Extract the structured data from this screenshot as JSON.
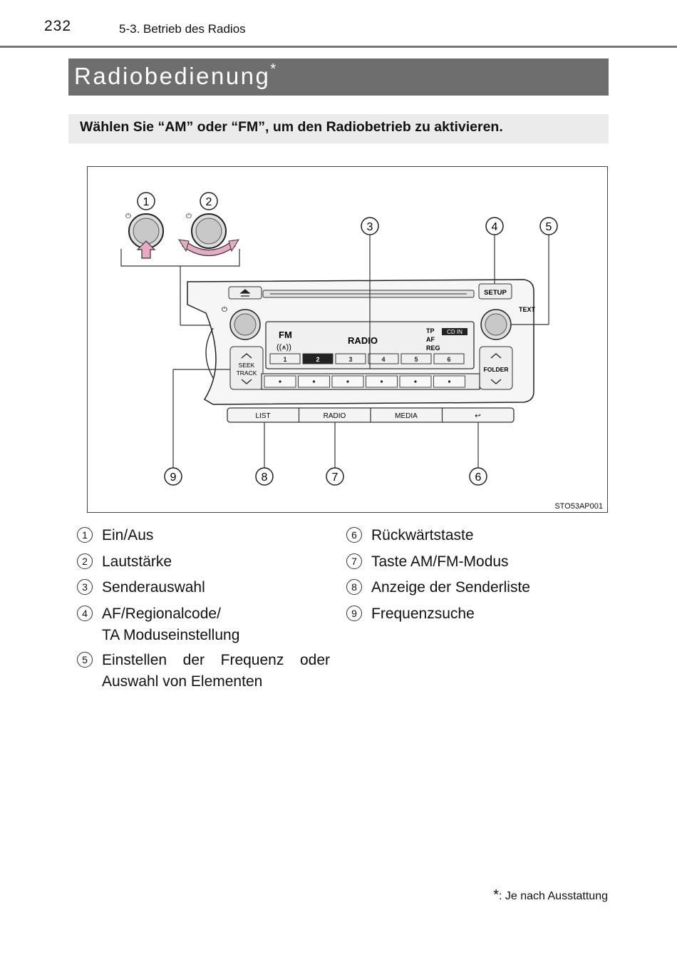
{
  "header": {
    "page_number": "232",
    "section": "5-3. Betrieb des Radios"
  },
  "title": {
    "text": "Radiobedienung",
    "marker": "*"
  },
  "instruction": "Wählen Sie “AM” oder “FM”, um den Radiobetrieb zu aktivieren.",
  "figure": {
    "code": "STO53AP001",
    "callouts": [
      "1",
      "2",
      "3",
      "4",
      "5",
      "6",
      "7",
      "8",
      "9"
    ],
    "radio": {
      "band": "FM",
      "display_center": "RADIO",
      "indicators": [
        "TP",
        "AF",
        "REG"
      ],
      "cd_in": "CD IN",
      "preset_numbers": [
        "1",
        "2",
        "3",
        "4",
        "5",
        "6"
      ],
      "selected_preset": "2",
      "setup_label": "SETUP",
      "text_label": "TEXT",
      "seek_label_1": "SEEK",
      "seek_label_2": "TRACK",
      "folder_label": "FOLDER",
      "bottom_buttons": [
        "LIST",
        "RADIO",
        "MEDIA",
        "↩"
      ]
    }
  },
  "legend": [
    {
      "num": "1",
      "text": "Ein/Aus"
    },
    {
      "num": "2",
      "text": "Lautstärke"
    },
    {
      "num": "3",
      "text": "Senderauswahl"
    },
    {
      "num": "4",
      "line1": "AF/Regionalcode/",
      "line2": "TA Moduseinstellung"
    },
    {
      "num": "5",
      "line1": "Einstellen der Frequenz oder",
      "line2": "Auswahl von Elementen"
    },
    {
      "num": "6",
      "text": "Rückwärtstaste"
    },
    {
      "num": "7",
      "text": "Taste AM/FM-Modus"
    },
    {
      "num": "8",
      "text": "Anzeige der Senderliste"
    },
    {
      "num": "9",
      "text": "Frequenzsuche"
    }
  ],
  "footnote": {
    "marker": "*",
    "text": ": Je nach Ausstattung"
  }
}
